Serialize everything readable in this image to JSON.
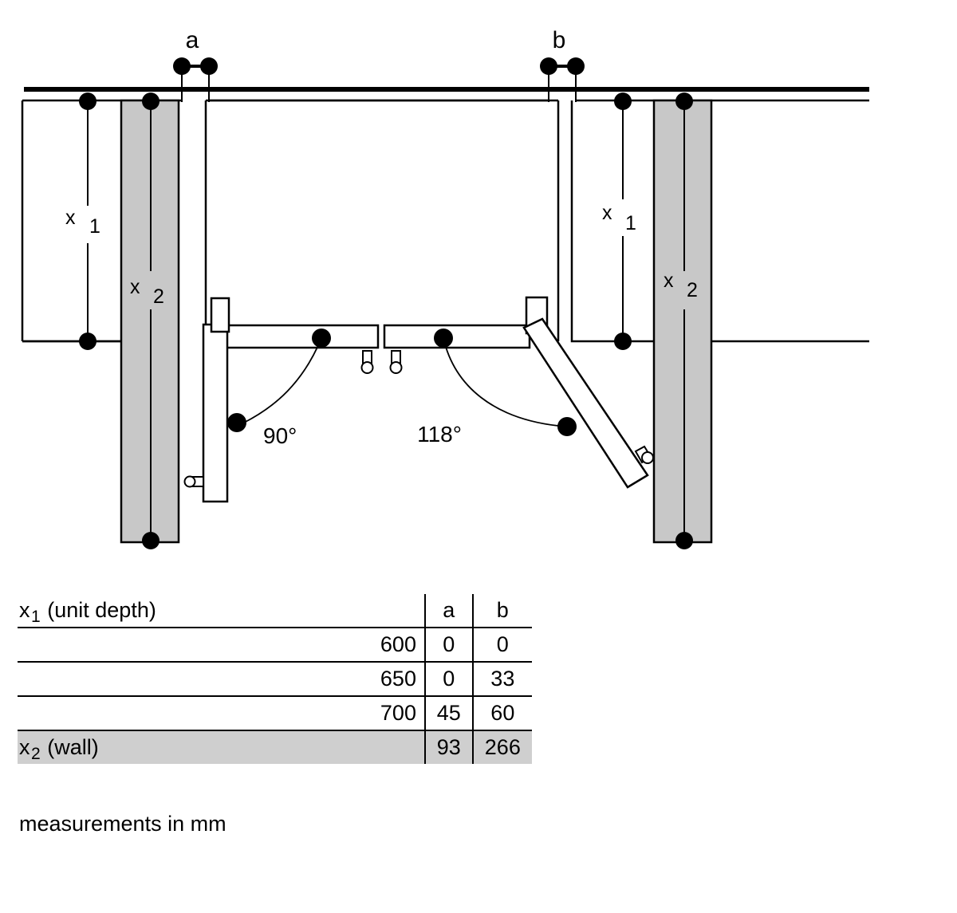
{
  "diagram": {
    "title": "Appliance installation clearance diagram",
    "top_markers": [
      {
        "id": "marker-a",
        "label": "a",
        "x": 241
      },
      {
        "id": "marker-b",
        "label": "b",
        "x": 701
      }
    ],
    "dimension_labels": [
      {
        "id": "x1-left",
        "base": "x",
        "sub": "1"
      },
      {
        "id": "x2-left",
        "base": "x",
        "sub": "2"
      },
      {
        "id": "x1-right",
        "base": "x",
        "sub": "1"
      },
      {
        "id": "x2-right",
        "base": "x",
        "sub": "2"
      }
    ],
    "angles": [
      {
        "id": "angle-left",
        "label": "90°",
        "value": 90
      },
      {
        "id": "angle-right",
        "label": "118°",
        "value": 118
      }
    ],
    "colors": {
      "wall_fill": "#c8c8c8",
      "line": "#000000",
      "table_highlight": "#cfcfcf",
      "background": "#ffffff"
    }
  },
  "table": {
    "header": {
      "row_label": "x",
      "row_label_sub": "1",
      "row_label_rest": "(unit depth)",
      "col_a": "a",
      "col_b": "b"
    },
    "rows": [
      {
        "depth": "600",
        "a": "0",
        "b": "0"
      },
      {
        "depth": "650",
        "a": "0",
        "b": "33"
      },
      {
        "depth": "700",
        "a": "45",
        "b": "60"
      }
    ],
    "wall_row": {
      "label": "x",
      "label_sub": "2",
      "label_rest": "(wall)",
      "a": "93",
      "b": "266"
    }
  },
  "footnote": {
    "text": "measurements in mm"
  },
  "chart_data": {
    "type": "table",
    "title": "Clearance values by unit depth",
    "categories": [
      "600",
      "650",
      "700",
      "x2 (wall)"
    ],
    "columns": [
      "x1 (unit depth)",
      "a",
      "b"
    ],
    "series": [
      {
        "name": "a",
        "values": [
          0,
          0,
          45,
          93
        ]
      },
      {
        "name": "b",
        "values": [
          0,
          33,
          60,
          266
        ]
      }
    ],
    "units": "mm",
    "annotations": [
      "90°",
      "118°",
      "a",
      "b"
    ]
  }
}
